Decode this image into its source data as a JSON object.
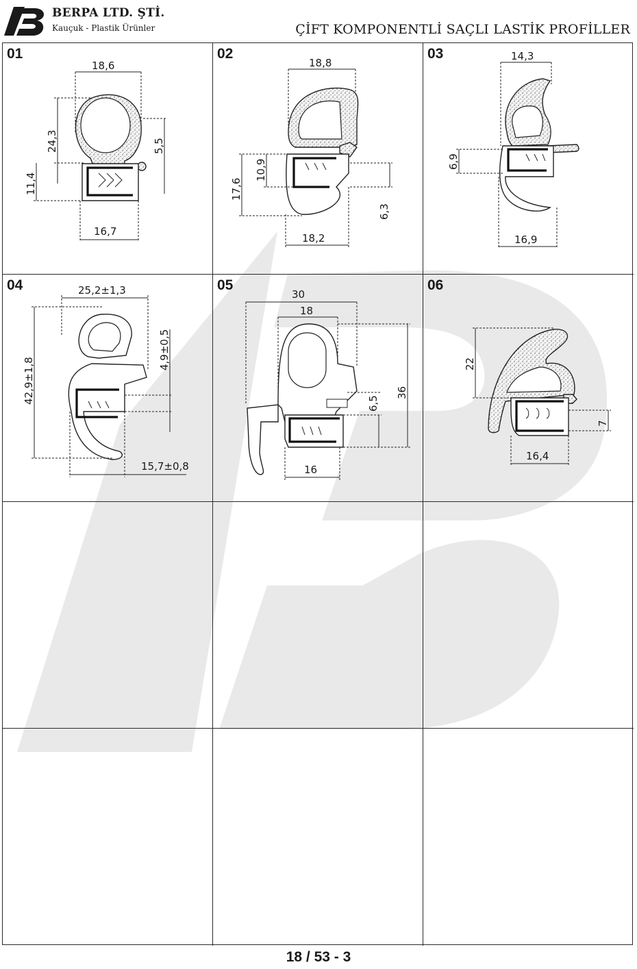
{
  "header": {
    "company": "BERPA LTD. ŞTİ.",
    "tagline": "Kauçuk - Plastik Ürünler",
    "title": "ÇİFT KOMPONENTLİ SAÇLI LASTİK PROFİLLER",
    "logo_icon": "berpa-logo-icon"
  },
  "profiles": [
    {
      "number": "01",
      "dims": [
        "18,6",
        "24,3",
        "5,5",
        "11,4",
        "16,7"
      ]
    },
    {
      "number": "02",
      "dims": [
        "18,8",
        "17,6",
        "10,9",
        "6,3",
        "18,2"
      ]
    },
    {
      "number": "03",
      "dims": [
        "14,3",
        "6,9",
        "16,9"
      ]
    },
    {
      "number": "04",
      "dims": [
        "25,2±1,3",
        "42,9±1,8",
        "4,9±0,5",
        "15,7±0,8"
      ]
    },
    {
      "number": "05",
      "dims": [
        "30",
        "18",
        "36",
        "6,5",
        "16"
      ]
    },
    {
      "number": "06",
      "dims": [
        "22",
        "7",
        "16,4"
      ]
    }
  ],
  "footer": {
    "page": "18 / 53 - 3"
  },
  "colors": {
    "watermark": "#e9e9e9",
    "lines": "#222222"
  }
}
